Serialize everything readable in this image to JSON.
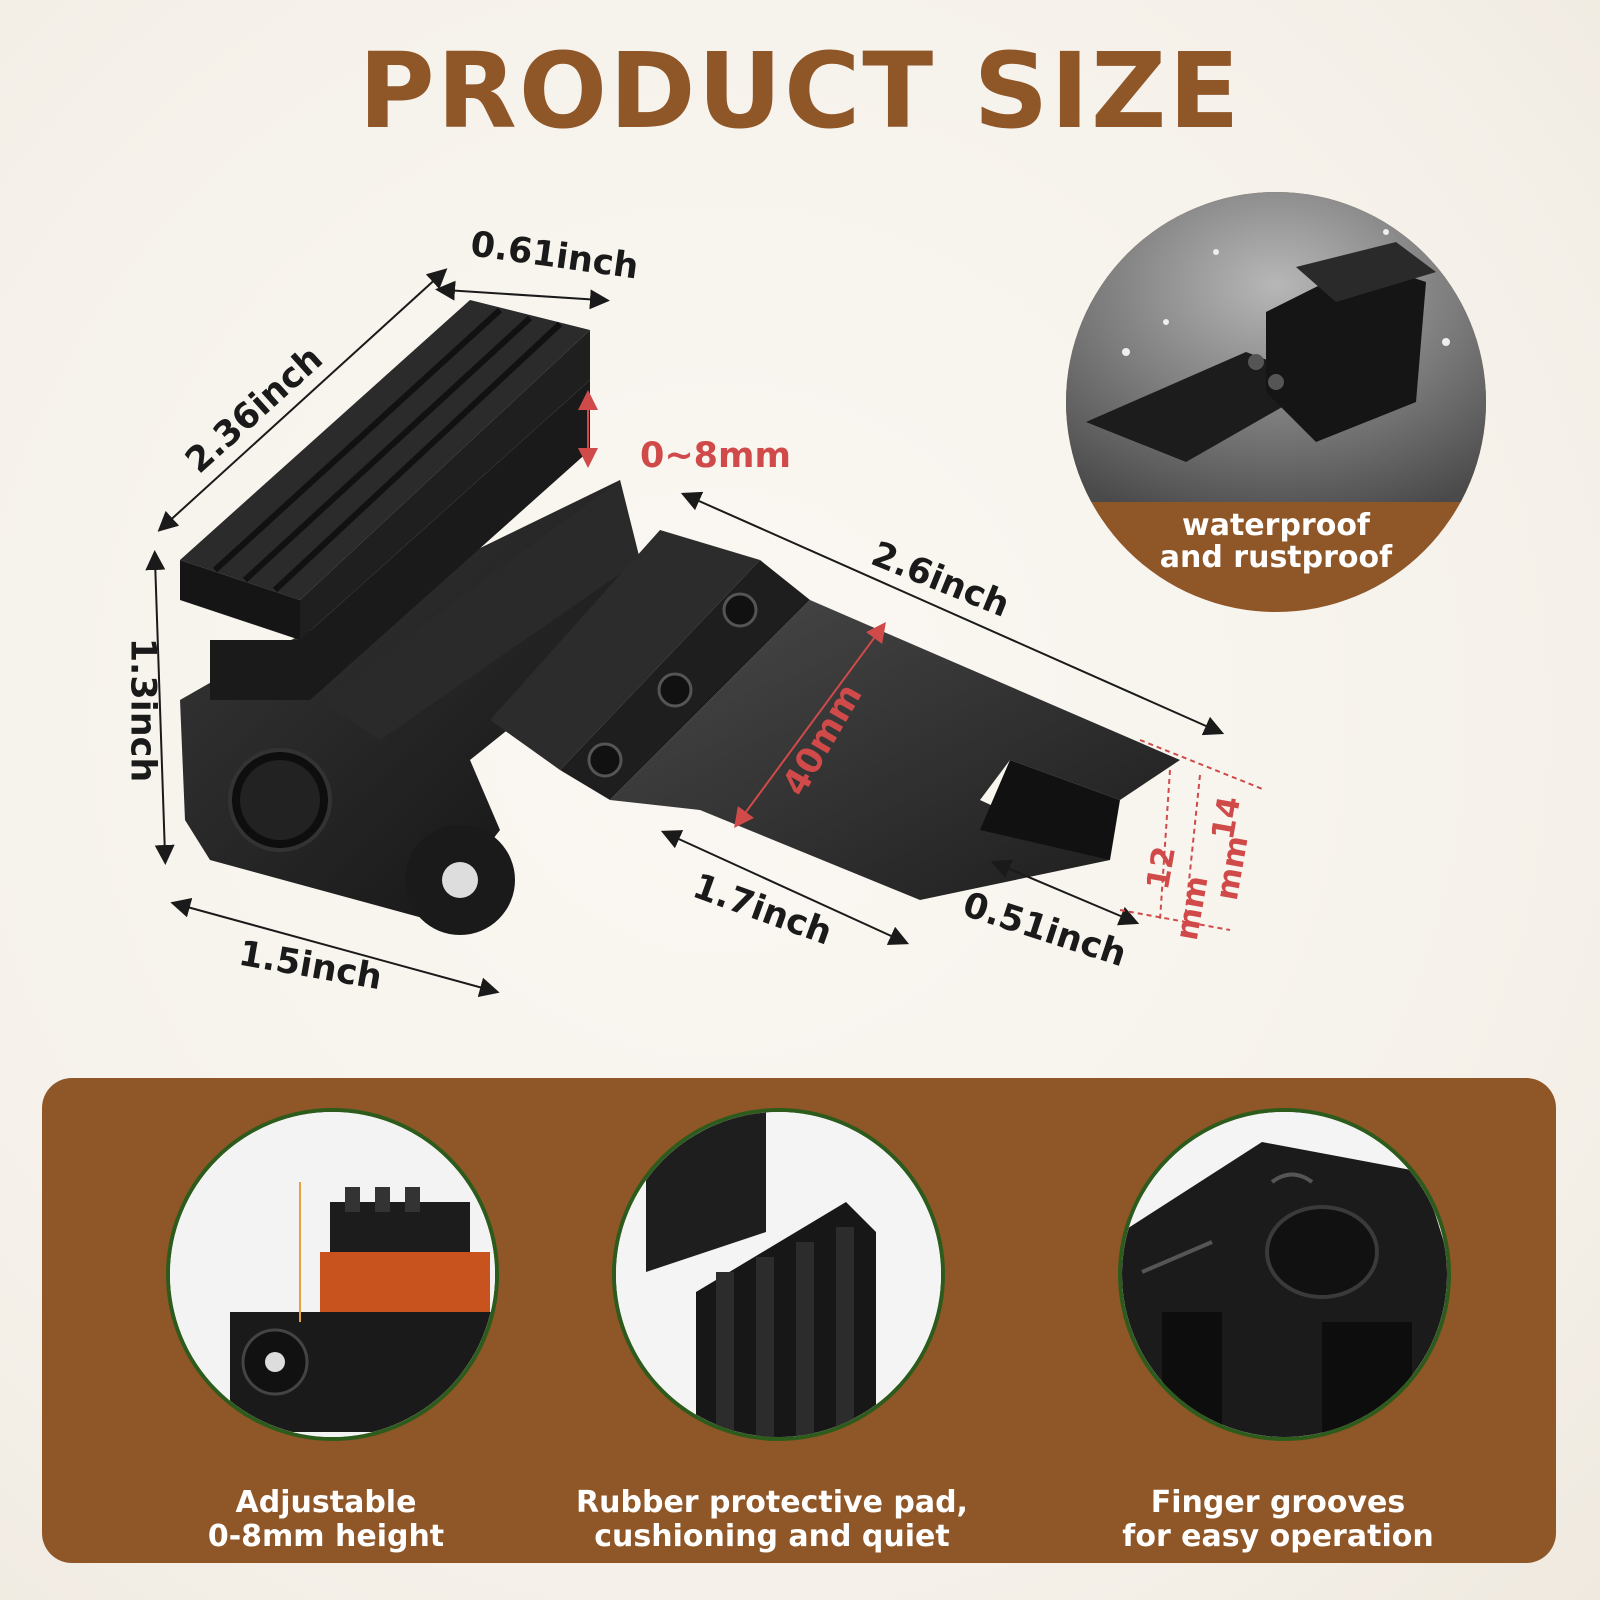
{
  "title": "PRODUCT SIZE",
  "dimensions": {
    "top_width": "0.61inch",
    "length": "2.36inch",
    "height": "1.3inch",
    "base_width": "1.5inch",
    "adjust_range": "0~8mm",
    "plate_length": "2.6inch",
    "plate_depth": "40mm",
    "notch_length": "1.7inch",
    "tab_width": "0.51inch",
    "gap_min": "12",
    "gap_max": "14",
    "gap_unit_a": "mm",
    "gap_unit_b": "mm"
  },
  "badge": {
    "line1": "waterproof",
    "line2": "and rustproof"
  },
  "features": [
    {
      "line1": "Adjustable",
      "line2": "0-8mm height",
      "icon": "height-adjust-closeup"
    },
    {
      "line1": "Rubber protective pad,",
      "line2": "cushioning and quiet",
      "icon": "rubber-pad-closeup"
    },
    {
      "line1": "Finger grooves",
      "line2": "for easy operation",
      "icon": "finger-groove-closeup"
    }
  ],
  "colors": {
    "brand_brown": "#8f5628",
    "accent_red": "#d04a4a",
    "product_black": "#1b1b1b",
    "ring_green": "#2d5b1c"
  }
}
